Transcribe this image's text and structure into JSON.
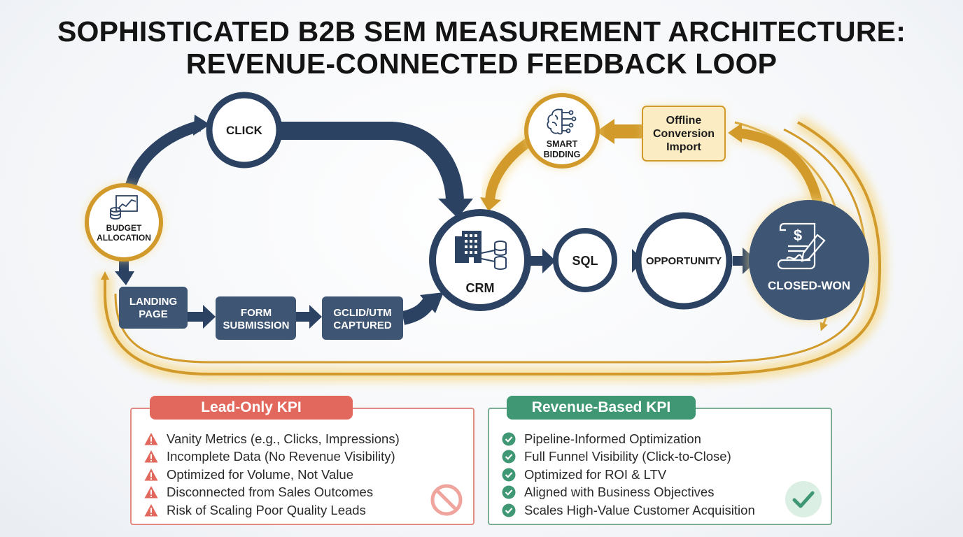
{
  "title": {
    "line1": "SOPHISTICATED B2B SEM MEASUREMENT ARCHITECTURE:",
    "line2": "REVENUE-CONNECTED FEEDBACK LOOP"
  },
  "nodes": {
    "click": "CLICK",
    "budget_allocation": [
      "BUDGET",
      "ALLOCATION"
    ],
    "landing_page": [
      "LANDING",
      "PAGE"
    ],
    "form_submission": [
      "FORM",
      "SUBMISSION"
    ],
    "gclid_utm": [
      "GCLID/UTM",
      "CAPTURED"
    ],
    "crm": "CRM",
    "sql": "SQL",
    "opportunity": "OPPORTUNITY",
    "closed_won": "CLOSED-WON",
    "smart_bidding": [
      "SMART",
      "BIDDING"
    ],
    "offline_import": [
      "Offline",
      "Conversion",
      "Import"
    ]
  },
  "lead_panel": {
    "heading": "Lead-Only KPI",
    "items": [
      "Vanity Metrics (e.g., Clicks, Impressions)",
      "Incomplete Data (No Revenue Visibility)",
      "Optimized for Volume, Not Value",
      "Disconnected from Sales Outcomes",
      "Risk of Scaling Poor Quality Leads"
    ]
  },
  "revenue_panel": {
    "heading": "Revenue-Based KPI",
    "items": [
      "Pipeline-Informed Optimization",
      "Full Funnel Visibility (Click-to-Close)",
      "Optimized for ROI & LTV",
      "Aligned with Business Objectives",
      "Scales High-Value Customer Acquisition"
    ]
  },
  "colors": {
    "navy": "#2b4263",
    "slate": "#3e5674",
    "gold": "#d19a2a",
    "red": "#e2675c",
    "green": "#3f9773"
  },
  "icons": {
    "budget": "chart-coins-icon",
    "crm": "building-database-icon",
    "closed_won": "contract-signature-icon",
    "smart_bidding": "brain-circuit-icon",
    "lead_items": "warning-triangle-icon",
    "revenue_items": "check-circle-icon"
  }
}
